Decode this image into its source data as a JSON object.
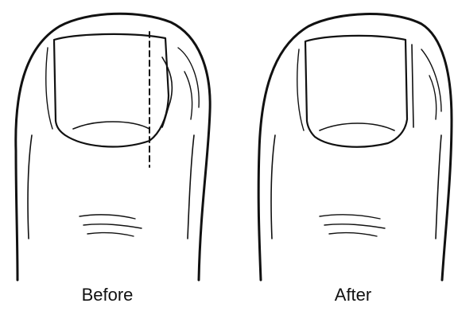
{
  "figure": {
    "panels": [
      {
        "caption": "Before",
        "depicts": "toe-with-ingrown-nail"
      },
      {
        "caption": "After",
        "depicts": "toe-after-nail-edge-removal"
      }
    ],
    "colors": {
      "line": "#111111",
      "background": "#ffffff"
    }
  }
}
